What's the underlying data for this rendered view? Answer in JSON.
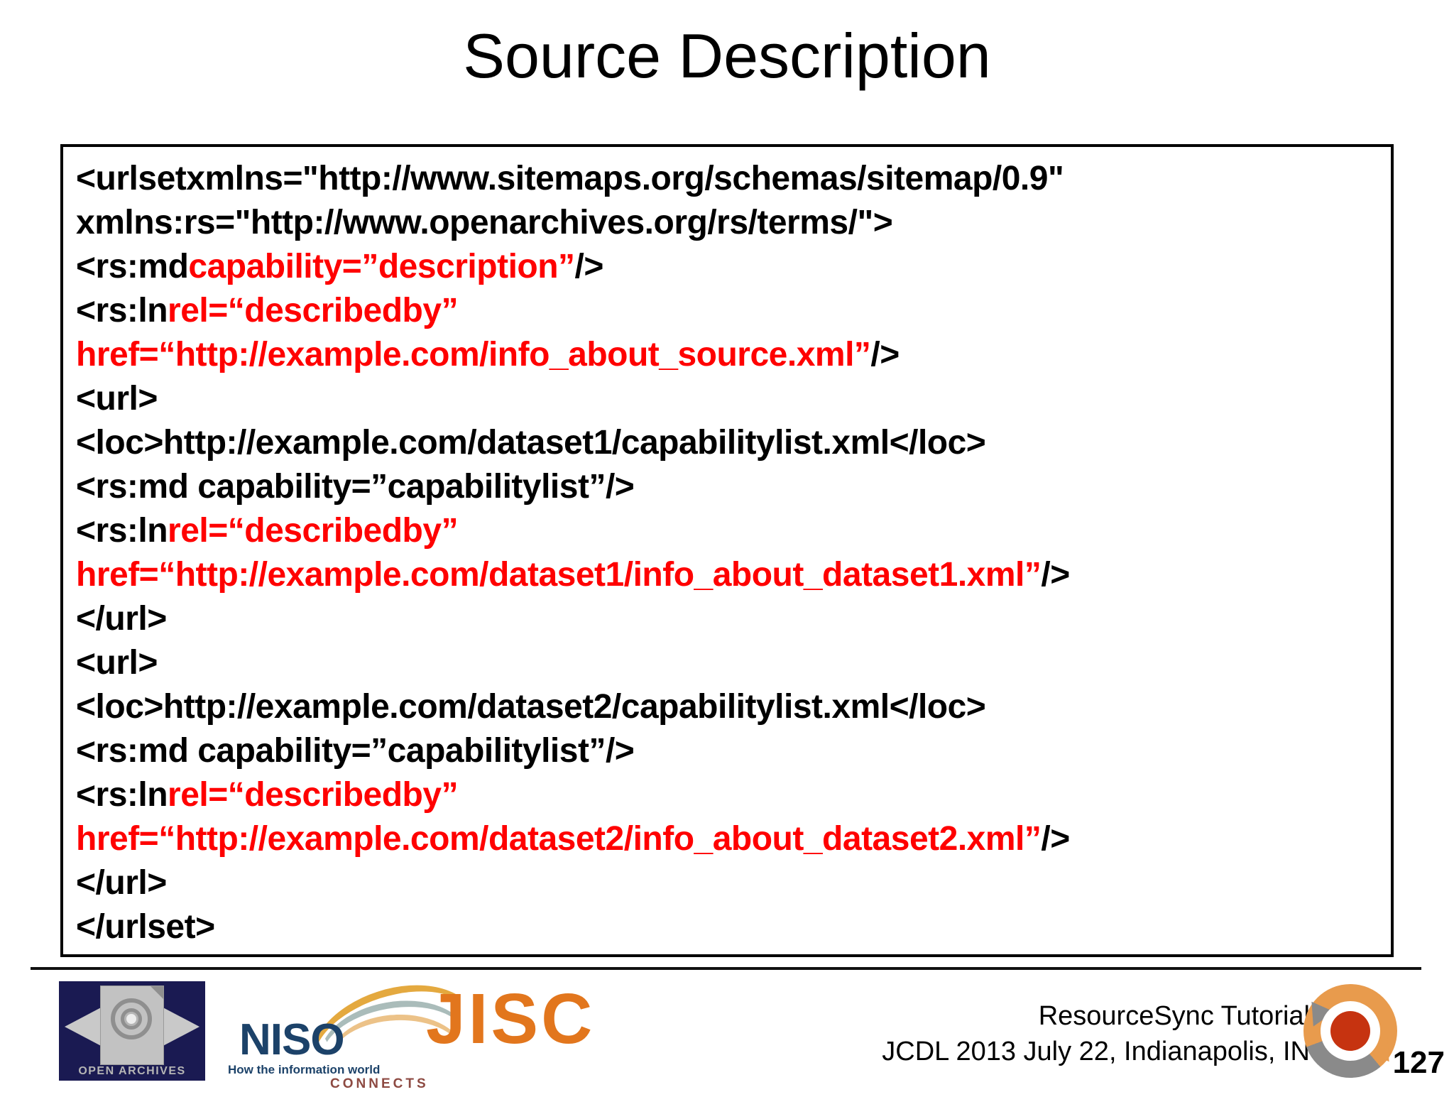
{
  "slide": {
    "title": "Source Description"
  },
  "code_block": {
    "lines": [
      [
        {
          "t": "<urlsetxmlns=\"http://www.sitemaps.org/schemas/sitemap/0.9\"",
          "c": "black"
        }
      ],
      [
        {
          "t": "xmlns:rs=\"http://www.openarchives.org/rs/terms/\">",
          "c": "black"
        }
      ],
      [
        {
          "t": "<rs:md",
          "c": "black"
        },
        {
          "t": "capability=”description”",
          "c": "red"
        },
        {
          "t": "/>",
          "c": "black"
        }
      ],
      [
        {
          "t": "<rs:ln",
          "c": "black"
        },
        {
          "t": "rel=“describedby”",
          "c": "red"
        }
      ],
      [
        {
          "t": "href=“http://example.com/info_about_source.xml”",
          "c": "red"
        },
        {
          "t": "/>",
          "c": "black"
        }
      ],
      [
        {
          "t": "<url>",
          "c": "black"
        }
      ],
      [
        {
          "t": "<loc>http://example.com/dataset1/capabilitylist.xml</loc>",
          "c": "black"
        }
      ],
      [
        {
          "t": "<rs:md capability=”capabilitylist”/>",
          "c": "black"
        }
      ],
      [
        {
          "t": "<rs:ln",
          "c": "black"
        },
        {
          "t": "rel=“describedby”",
          "c": "red"
        }
      ],
      [
        {
          "t": "href=“http://example.com/dataset1/info_about_dataset1.xml”",
          "c": "red"
        },
        {
          "t": "/>",
          "c": "black"
        }
      ],
      [
        {
          "t": "</url>",
          "c": "black"
        }
      ],
      [
        {
          "t": "<url>",
          "c": "black"
        }
      ],
      [
        {
          "t": "<loc>http://example.com/dataset2/capabilitylist.xml</loc>",
          "c": "black"
        }
      ],
      [
        {
          "t": "<rs:md capability=”capabilitylist”/>",
          "c": "black"
        }
      ],
      [
        {
          "t": "<rs:ln",
          "c": "black"
        },
        {
          "t": "rel=“describedby”",
          "c": "red"
        }
      ],
      [
        {
          "t": "href=“http://example.com/dataset2/info_about_dataset2.xml”",
          "c": "red"
        },
        {
          "t": "/>",
          "c": "black"
        }
      ],
      [
        {
          "t": "</url>",
          "c": "black"
        }
      ],
      [
        {
          "t": "</urlset>",
          "c": "black"
        }
      ]
    ],
    "colors": {
      "black": "#000000",
      "red": "#ff0000"
    }
  },
  "footer": {
    "credit_line1": "ResourceSync Tutorial",
    "credit_line2": "JCDL 2013 July 22, Indianapolis, IN",
    "page_number": "127",
    "logos": {
      "open_archives": {
        "label": "OPEN ARCHIVES"
      },
      "niso": {
        "name": "NISO",
        "tagline1": "How the information world",
        "tagline2": "CONNECTS"
      },
      "jisc": {
        "name": "JISC"
      }
    }
  }
}
